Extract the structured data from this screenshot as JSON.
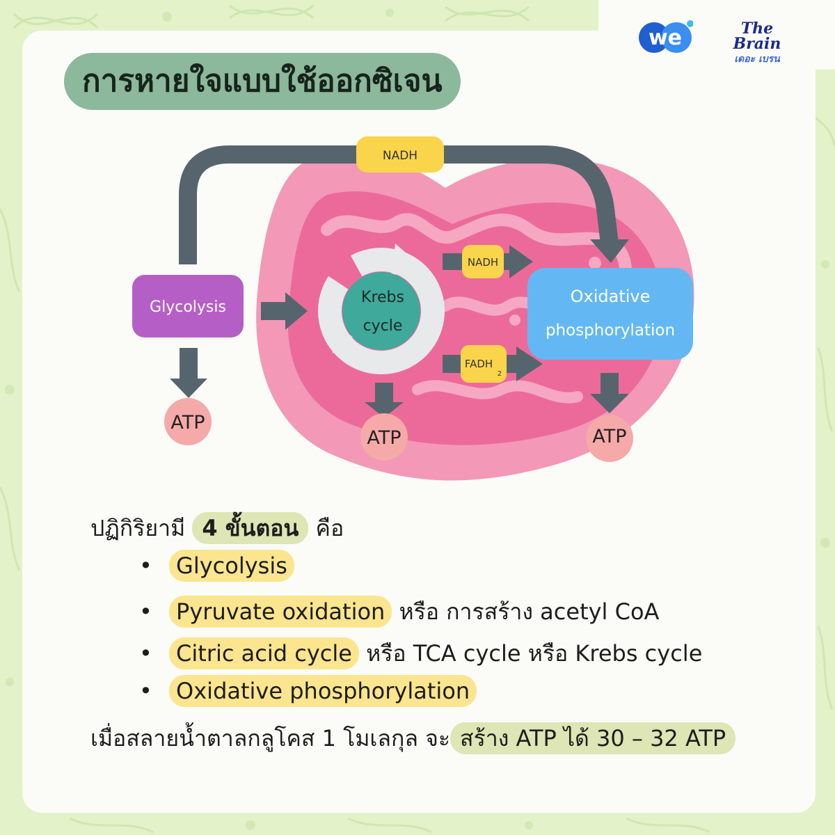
{
  "header": {
    "title": "การหายใจแบบใช้ออกซิเจน",
    "logo_we": "we",
    "logo_brain_en": "The Brain",
    "logo_brain_th": "เดอะ เบรน"
  },
  "diagram": {
    "nadh_top": "NADH",
    "glycolysis": "Glycolysis",
    "krebs_line1": "Krebs",
    "krebs_line2": "cycle",
    "nadh_mid": "NADH",
    "fadh": "FADH",
    "fadh_sub": "2",
    "oxphos_line1": "Oxidative",
    "oxphos_line2": "phosphorylation",
    "atp_left": "ATP",
    "atp_mid": "ATP",
    "atp_right": "ATP"
  },
  "content": {
    "intro_before": "ปฏิกิริยามี",
    "intro_highlight": "4 ขั้นตอน",
    "intro_after": "คือ",
    "bullet_symbol": "•",
    "steps": [
      {
        "highlight": "Glycolysis",
        "rest": ""
      },
      {
        "highlight": "Pyruvate oxidation",
        "rest": "หรือ การสร้าง acetyl CoA"
      },
      {
        "highlight": "Citric acid cycle",
        "rest": "หรือ TCA cycle หรือ Krebs cycle"
      },
      {
        "highlight": "Oxidative phosphorylation",
        "rest": ""
      }
    ],
    "summary_before": "เมื่อสลายน้ำตาลกลูโคส 1 โมเลกุล จะ",
    "summary_highlight": "สร้าง ATP ได้ 30 – 32 ATP"
  },
  "colors": {
    "background": "#e3f2c8",
    "card": "#fbfcf8",
    "title_pill": "#8cb89b",
    "mito_outer": "#f398b7",
    "mito_inner": "#ec6a99",
    "arrow": "#56656d",
    "glycolysis_box": "#b55fc6",
    "oxphos_box": "#63b8f3",
    "krebs_circle": "#3fa99b",
    "atp_circle": "#f6a9a9",
    "nadh_pill": "#fad54c",
    "highlight_yellow": "#fbe58e",
    "highlight_green": "#dde6b4"
  }
}
